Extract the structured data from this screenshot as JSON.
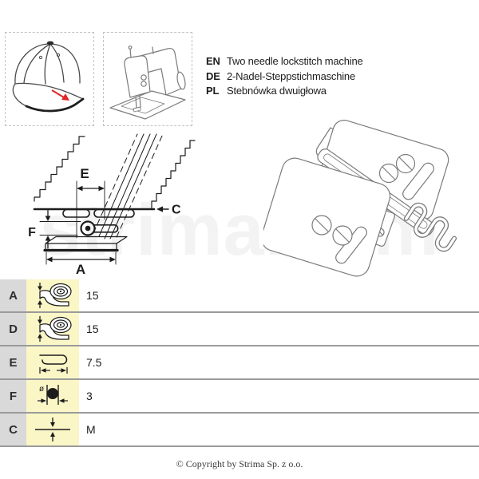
{
  "header": {
    "languages": [
      {
        "code": "EN",
        "label": "Two needle lockstitch machine"
      },
      {
        "code": "DE",
        "label": "2-Nadel-Steppstichmaschine"
      },
      {
        "code": "PL",
        "label": "Stebnówka dwuigłowa"
      }
    ]
  },
  "diagram": {
    "labels": {
      "e": "E",
      "c": "C",
      "f": "F",
      "a": "A"
    }
  },
  "spec_table": {
    "rows": [
      {
        "param": "A",
        "icon": "tape-roll-width-icon",
        "value": "15"
      },
      {
        "param": "D",
        "icon": "tape-roll-width-icon",
        "value": "15"
      },
      {
        "param": "E",
        "icon": "folded-tape-width-icon",
        "value": "7.5"
      },
      {
        "param": "F",
        "icon": "cord-diameter-icon",
        "value": "3"
      },
      {
        "param": "C",
        "icon": "material-thickness-icon",
        "value": "M"
      }
    ]
  },
  "watermark": "strima.com",
  "footer": {
    "copyright": "© Copyright by Strima Sp. z o.o."
  },
  "colors": {
    "param_cell_bg": "#d9d9d9",
    "icon_cell_bg": "#faf6c6",
    "row_separator": "#9b9b9b",
    "accent_red": "#e02528",
    "artwork_gray": "#7b7b7b",
    "diagram_black": "#1c1c1c"
  }
}
